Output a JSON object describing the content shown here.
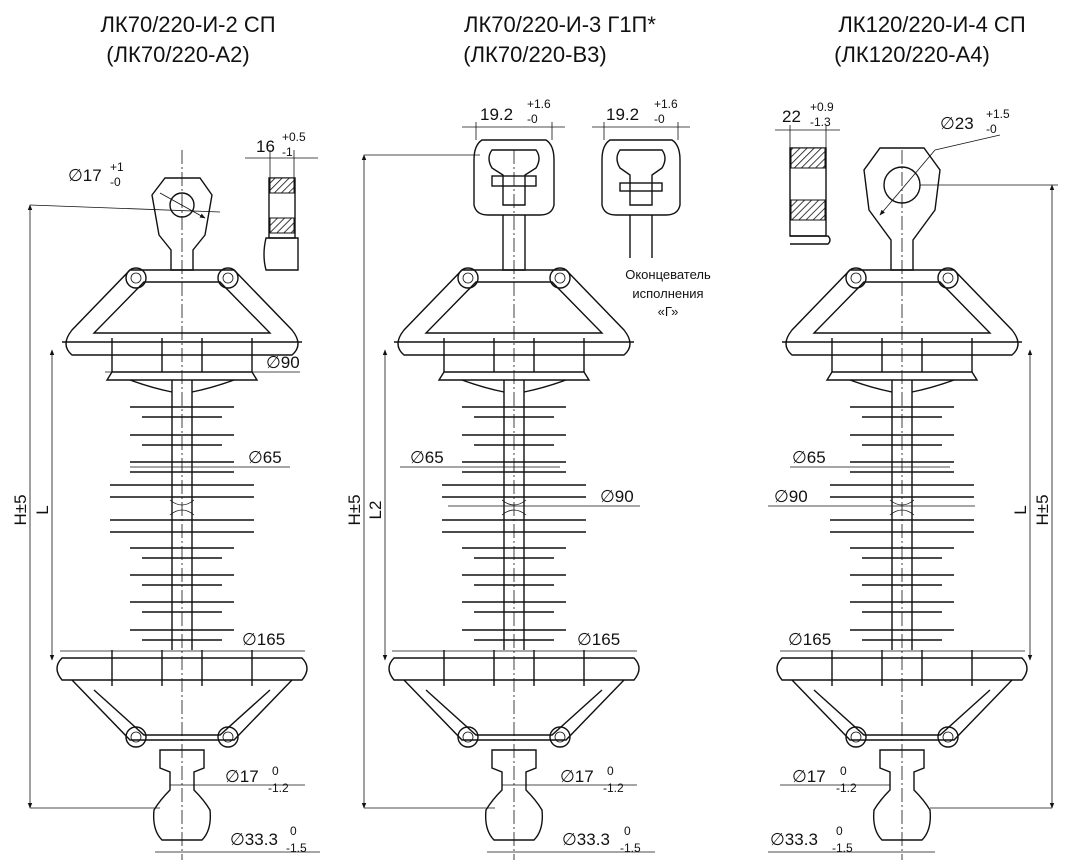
{
  "insulators": [
    {
      "title": "ЛК70/220-И-2 СП",
      "subtitle": "(ЛК70/220-А2)",
      "eye_dia": "∅17",
      "eye_tol_up": "+1",
      "eye_tol_dn": "-0",
      "section_w": "16",
      "section_tol_up": "+0.5",
      "section_tol_dn": "-1",
      "d90": "∅90",
      "d65": "∅65",
      "d165": "∅165",
      "label_h": "H±5",
      "label_l": "L",
      "d17": "∅17",
      "d17_tol_up": "0",
      "d17_tol_dn": "-1.2",
      "d33": "∅33.3",
      "d33_tol_up": "0",
      "d33_tol_dn": "-1.5"
    },
    {
      "title": "ЛК70/220-И-3 Г1П*",
      "subtitle": "(ЛК70/220-В3)",
      "clevis_w": "19.2",
      "clevis_tol_up": "+1.6",
      "clevis_tol_dn": "-0",
      "clevis2_w": "19.2",
      "clevis2_tol_up": "+1.6",
      "clevis2_tol_dn": "-0",
      "note_1": "Оконцеватель",
      "note_2": "исполнения",
      "note_3": "«Г»",
      "d65": "∅65",
      "d90": "∅90",
      "d165": "∅165",
      "label_h": "H±5",
      "label_l": "L2",
      "d17": "∅17",
      "d17_tol_up": "0",
      "d17_tol_dn": "-1.2",
      "d33": "∅33.3",
      "d33_tol_up": "0",
      "d33_tol_dn": "-1.5"
    },
    {
      "title": "ЛК120/220-И-4 СП",
      "subtitle": "(ЛК120/220-А4)",
      "section_w": "22",
      "section_tol_up": "+0.9",
      "section_tol_dn": "-1.3",
      "eye_dia": "∅23",
      "eye_tol_up": "+1.5",
      "eye_tol_dn": "-0",
      "d65": "∅65",
      "d90": "∅90",
      "d165": "∅165",
      "label_h": "H±5",
      "label_l": "L",
      "d17": "∅17",
      "d17_tol_up": "0",
      "d17_tol_dn": "-1.2",
      "d33": "∅33.3",
      "d33_tol_up": "0",
      "d33_tol_dn": "-1.5"
    }
  ]
}
